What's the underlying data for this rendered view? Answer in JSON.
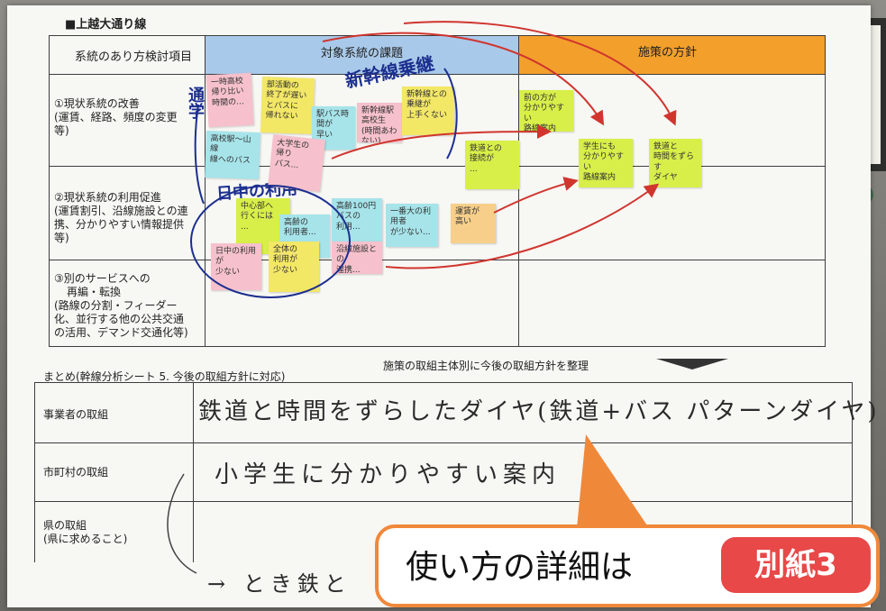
{
  "sheet": {
    "route_title": "■上越大通り線",
    "header_col1": "系統のあり方検討項目",
    "header_col2": "対象系統の課題",
    "header_col3": "施策の方針",
    "row1_l1": "①現状系統の改善",
    "row1_l2": "(運賃、経路、頻度の変更",
    "row1_l3": "等)",
    "row2_l1": "②現状系統の利用促進",
    "row2_l2": "(運賃割引、沿線施設との連",
    "row2_l3": "携、分かりやすい情報提供",
    "row2_l4": "等)",
    "row3_l1": "③別のサービスへの",
    "row3_l2": "再編・転換",
    "row3_l3": "(路線の分割・フィーダー",
    "row3_l4": "化、並行する他の公共交通",
    "row3_l5": "の活用、デマンド交通化等)",
    "summary_label": "まとめ(幹線分析シート 5. 今後の取組方針に対応)",
    "summary_instruction": "施策の取組主体別に今後の取組方針を整理",
    "operator_label": "事業者の取組",
    "municipality_label": "市町村の取組",
    "prefecture_l1": "県の取組",
    "prefecture_l2": "(県に求めること)"
  },
  "handwriting": {
    "operator_text": "鉄道と時間をずらしたダイヤ(鉄道+バス パターンダイヤ)",
    "municipality_text": "小学生に分かりやすい案内",
    "prefecture_text": "→ とき鉄と",
    "label_shinkansen": "新幹線乗継",
    "label_tsugaku": "通学",
    "label_nicchu": "日中の利用"
  },
  "notes": {
    "n1": "一時高校\n帰り比い\n時間の...",
    "n2": "部活動の\n終了が遅い\nとバスに\n帰れない",
    "n3": "駅バス時間が\n早い",
    "n4": "高校駅〜山線\n線へのバス",
    "n5": "新幹線駅\n高校生\n(時間あわない)",
    "n6": "新幹線との\n乗継が\n上手くない",
    "n7": "前の方が\n分かりやすい\n路線案内",
    "n8": "大学生の\n帰り\nバス...",
    "n9": "鉄道との\n接続が\n...",
    "n10": "学生にも\n分かりやすい\n路線案内",
    "n11": "鉄道と\n時間をずらす\nダイヤ",
    "n12": "中心部へ\n行くには\n...",
    "n13": "高齢の\n利用者...",
    "n14": "高齢100円バスの\n利用...",
    "n15": "沿線施設との\n連携...",
    "n16": "一番大の利用者\nが少ない...",
    "n17": "運賃が\n高い",
    "n18": "日中の利用\nが\n少ない",
    "n19": "全体の\n利用が\n少ない"
  },
  "banner": {
    "text": "使い方の詳細は",
    "badge": "別紙3"
  },
  "colors": {
    "header_blue": "#a9c9ea",
    "header_orange": "#f2a02b",
    "banner_border": "#f0883a",
    "badge_red": "#e84848",
    "ink_red": "#d0352e",
    "ink_blue": "#1c2f8f"
  }
}
